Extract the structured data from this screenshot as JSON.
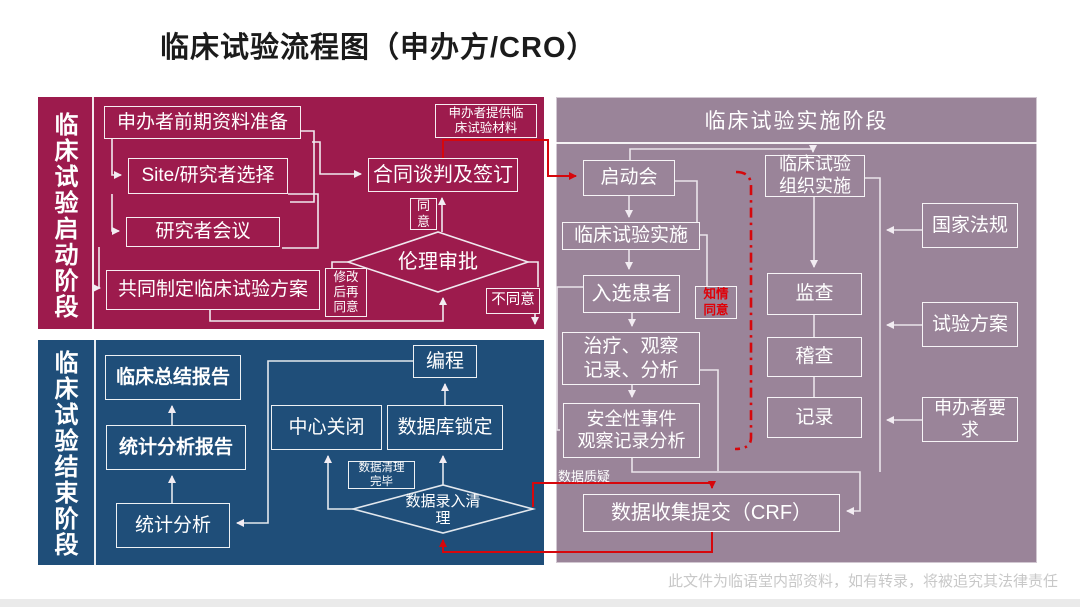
{
  "title": "临床试验流程图（申办方/CRO）",
  "watermark": "此文件为临语堂内部资料，如有转录，将被追究其法律责任",
  "colors": {
    "startup_panel": "#9d1b4d",
    "end_panel": "#1f4e79",
    "impl_panel": "#9a8499",
    "red_accent": "#d6070c",
    "line": "#f0e9ef"
  },
  "startup": {
    "label": "临床试验启动阶段",
    "boxes": {
      "sponsor_prep": "申办者前期资料准备",
      "site_selection": "Site/研究者选择",
      "investigator_meeting": "研究者会议",
      "protocol": "共同制定临床试验方案",
      "contract": "合同谈判及签订",
      "ethics": "伦理审批",
      "materials": "申办者提供临\n床试验材料",
      "disagree": "不同意"
    },
    "labels": {
      "agree": "同\n意",
      "revise": "修改\n后再\n同意"
    }
  },
  "end": {
    "label": "临床试验结束阶段",
    "boxes": {
      "clinical_report": "临床总结报告",
      "stats_report": "统计分析报告",
      "stats_analysis": "统计分析",
      "site_closure": "中心关闭",
      "db_lock": "数据库锁定",
      "programming": "编程",
      "data_cleaning": "数据录入清\n理"
    },
    "labels": {
      "cleaning_done": "数据清理\n完毕"
    }
  },
  "impl": {
    "header": "临床试验实施阶段",
    "boxes": {
      "kickoff": "启动会",
      "org_impl": "临床试验\n组织实施",
      "trial_impl": "临床试验实施",
      "enrollment": "入选患者",
      "treatment": "治疗、观察\n记录、分析",
      "safety": "安全性事件\n观察记录分析",
      "monitoring": "监查",
      "audit": "稽查",
      "records": "记录",
      "regulations": "国家法规",
      "protocol_ref": "试验方案",
      "sponsor_req": "申办者要\n求",
      "crf": "数据收集提交（CRF）"
    },
    "labels": {
      "informed_consent": "知情\n同意",
      "data_query": "数据质疑"
    }
  }
}
